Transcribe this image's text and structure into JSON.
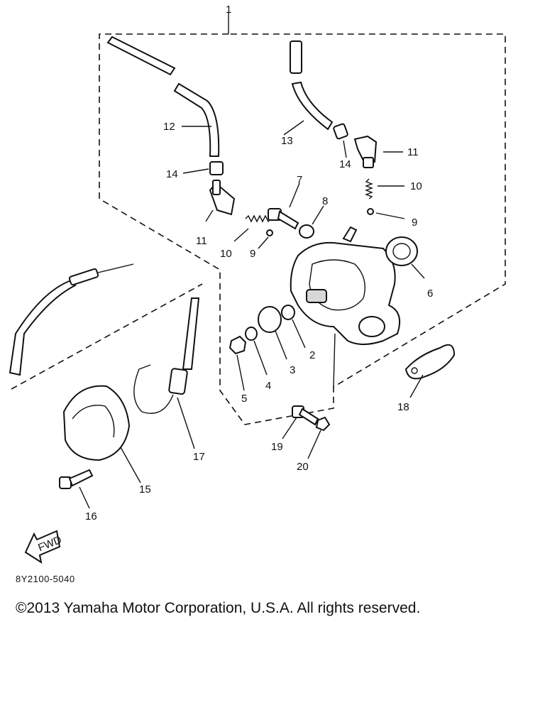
{
  "callouts": {
    "c1": "1",
    "c2": "2",
    "c3": "3",
    "c4": "4",
    "c5": "5",
    "c6": "6",
    "c7": "7",
    "c8": "8",
    "c9a": "9",
    "c9b": "9",
    "c10a": "10",
    "c10b": "10",
    "c11a": "11",
    "c11b": "11",
    "c12": "12",
    "c13": "13",
    "c14a": "14",
    "c14b": "14",
    "c15": "15",
    "c16": "16",
    "c17": "17",
    "c18": "18",
    "c19": "19",
    "c20": "20"
  },
  "fwd_label": "FWD",
  "part_code": "8Y2100-5040",
  "copyright": "©2013 Yamaha Motor Corporation, U.S.A. All rights reserved."
}
